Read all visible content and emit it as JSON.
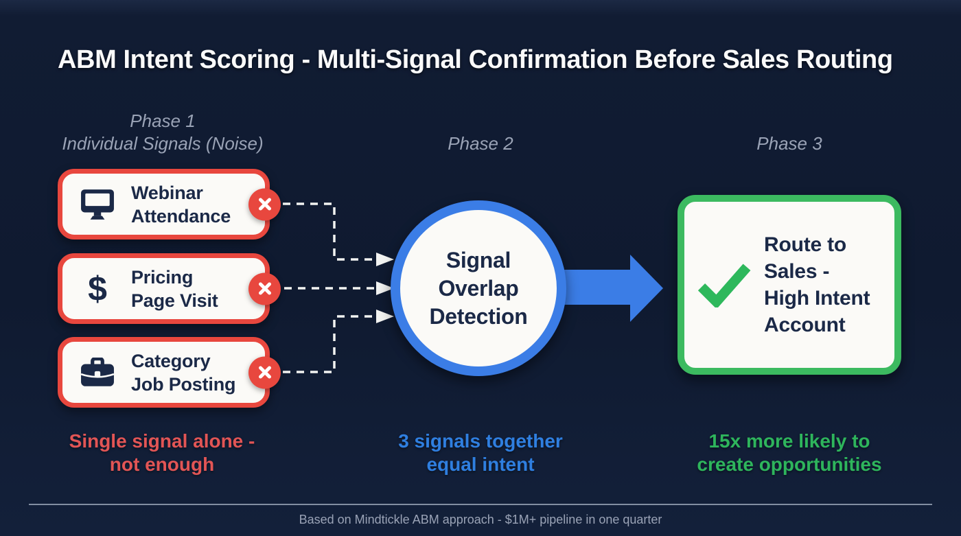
{
  "title": "ABM Intent Scoring - Multi-Signal Confirmation Before Sales Routing",
  "phases": {
    "phase1": "Phase 1\nIndividual Signals (Noise)",
    "phase2": "Phase 2",
    "phase3": "Phase 3"
  },
  "signals": [
    {
      "label": "Webinar\nAttendance",
      "icon": "monitor-icon"
    },
    {
      "label": "Pricing\nPage Visit",
      "icon": "dollar-icon",
      "glyph": "$"
    },
    {
      "label": "Category\nJob Posting",
      "icon": "briefcase-icon"
    }
  ],
  "badge_icon": "x-circle-icon",
  "detector": {
    "label": "Signal\nOverlap\nDetection"
  },
  "flow_icon": "arrow-right-icon",
  "outcome": {
    "label": "Route to\nSales -\nHigh Intent\nAccount",
    "icon": "checkmark-icon"
  },
  "captions": {
    "phase1": "Single signal alone -\nnot enough",
    "phase2": "3 signals together\nequal intent",
    "phase3": "15x more likely to\ncreate opportunities"
  },
  "footer": "Based on Mindtickle ABM approach - $1M+ pipeline in one quarter",
  "colors": {
    "background": "#101b31",
    "card_fill": "#fbfaf7",
    "navy_text": "#1b2947",
    "red": "#e8473e",
    "red_text": "#e25555",
    "blue": "#3b7de6",
    "blue_text": "#2f7fe0",
    "green": "#3cba60",
    "green_text": "#2eb55c",
    "gray_label": "#9aa3b6",
    "white": "#f2f3f1"
  }
}
